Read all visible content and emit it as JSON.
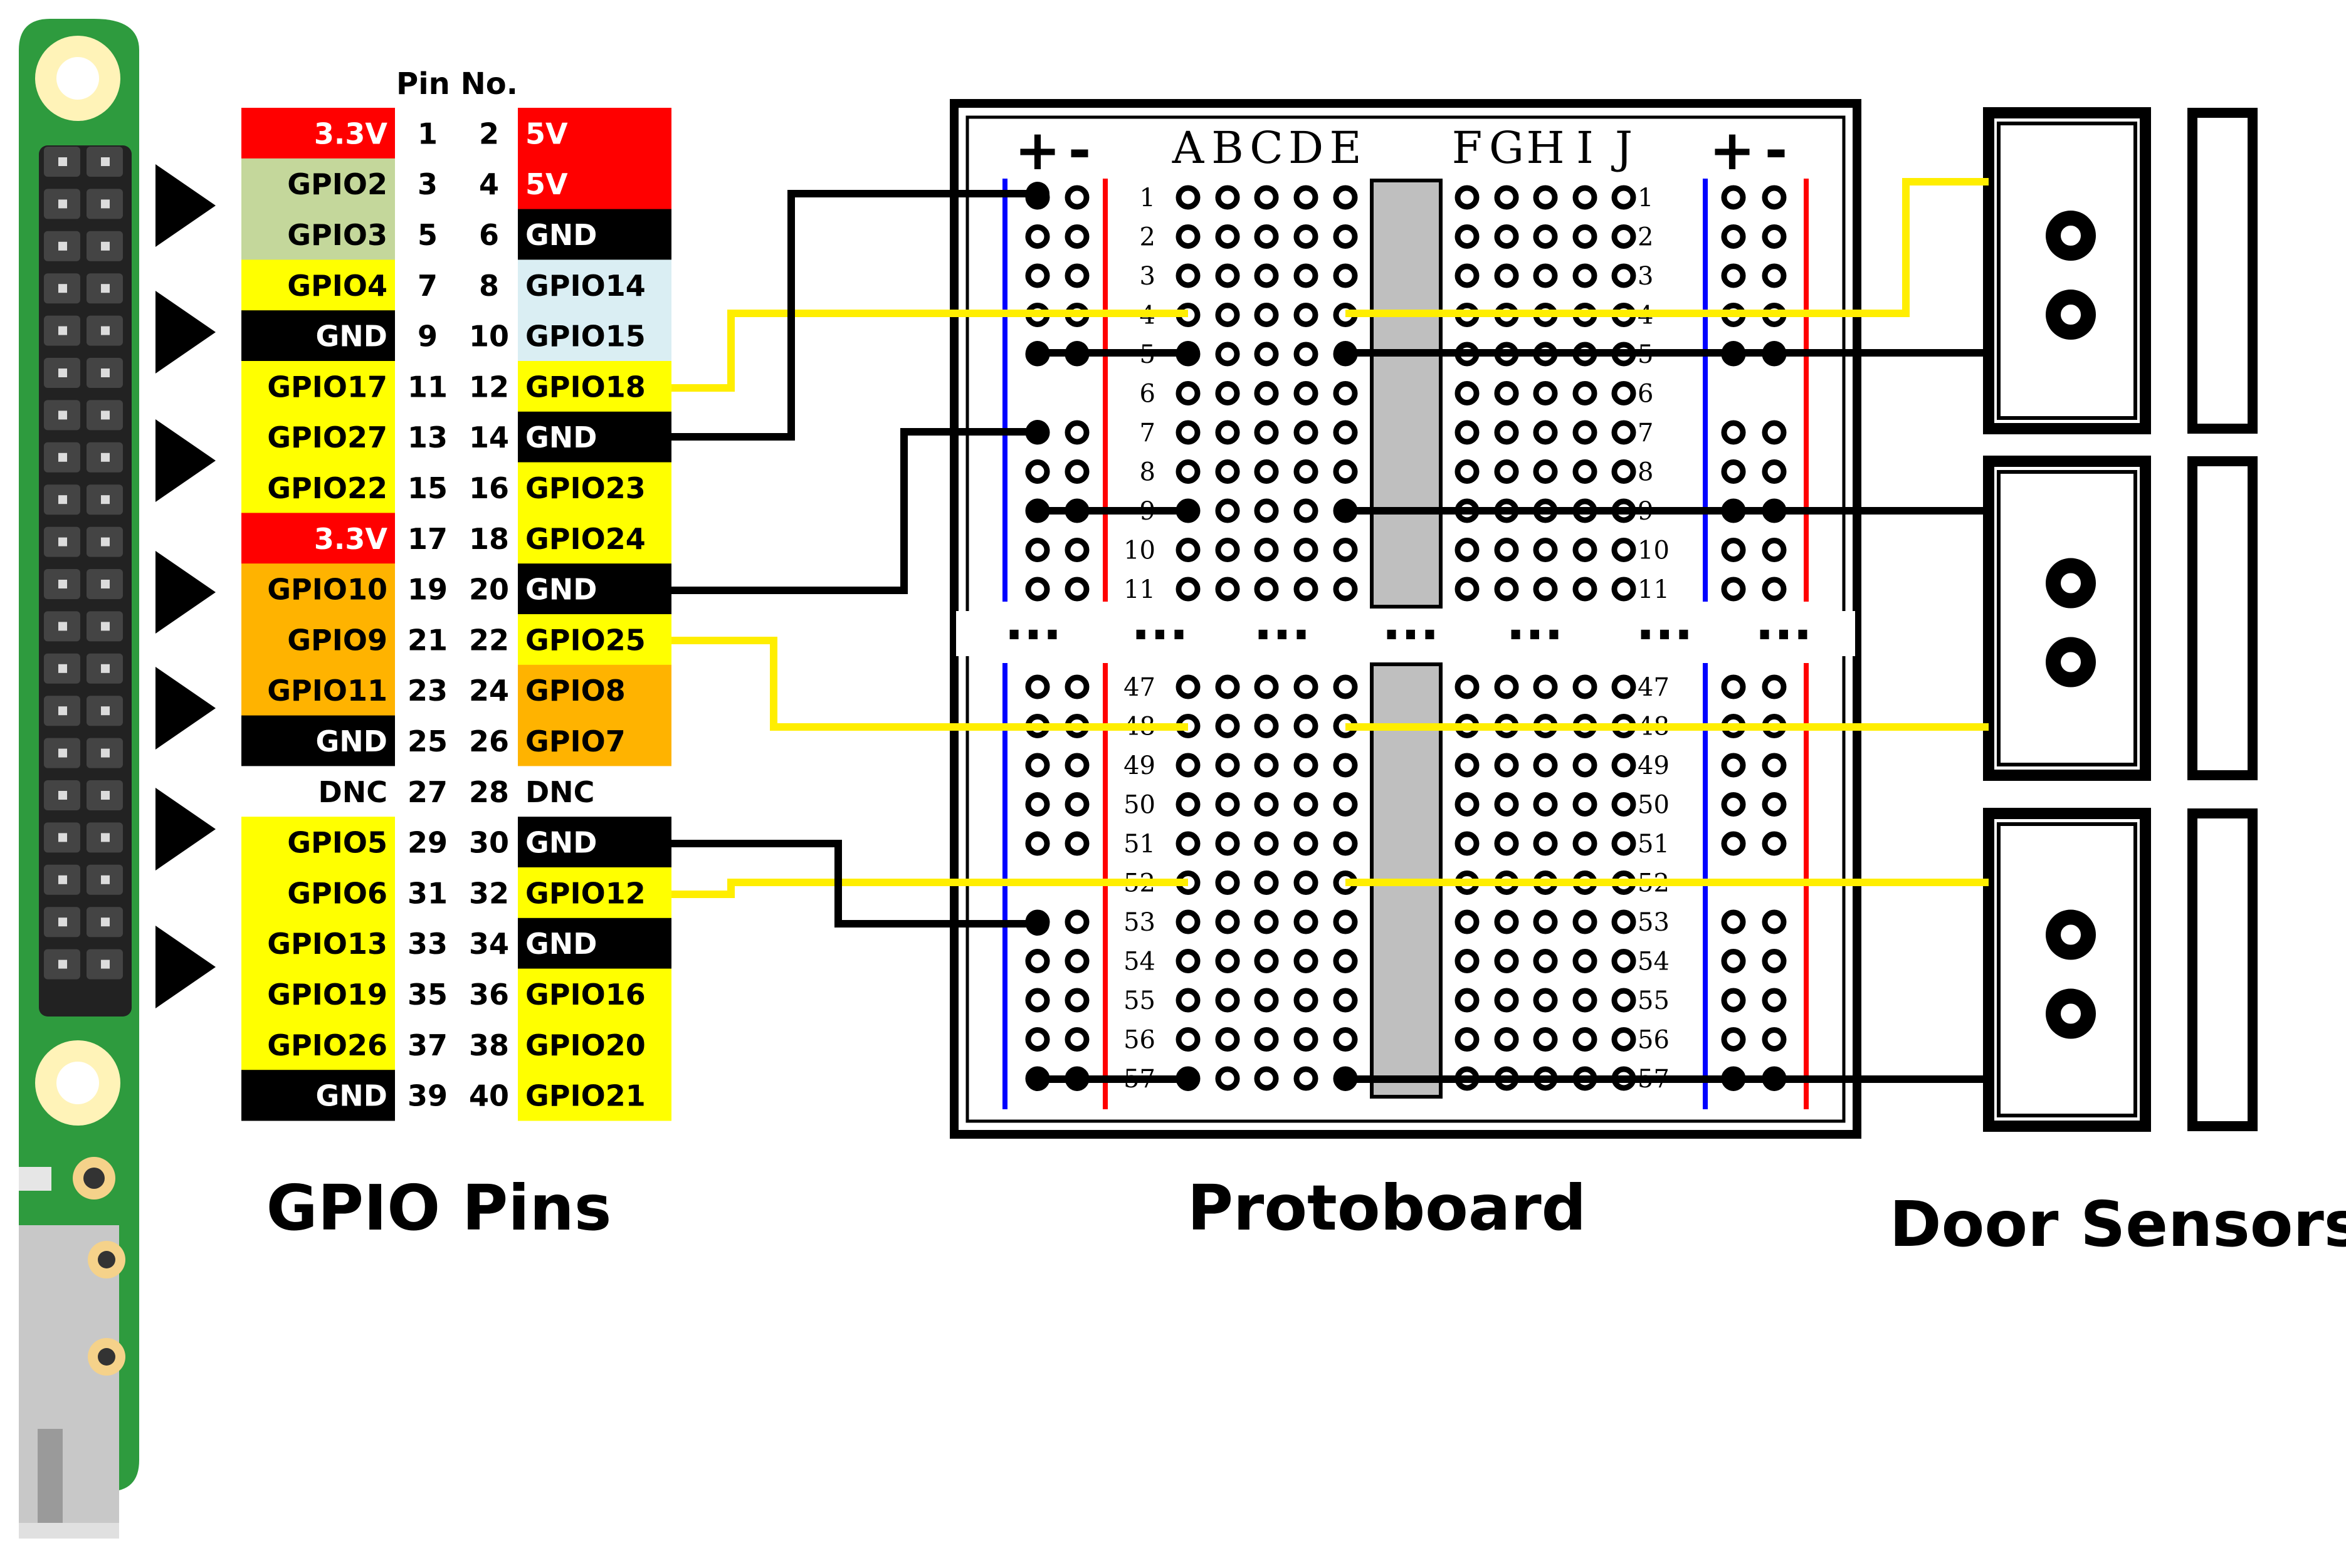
{
  "gpio_header": {
    "title": "Pin No.",
    "caption": "GPIO Pins",
    "rows": [
      {
        "left_label": "3.3V",
        "left_color": "#ff0000",
        "left_num": "1",
        "right_num": "2",
        "right_label": "5V",
        "right_color": "#ff0000"
      },
      {
        "left_label": "GPIO2",
        "left_color": "#c4d79b",
        "left_num": "3",
        "right_num": "4",
        "right_label": "5V",
        "right_color": "#ff0000"
      },
      {
        "left_label": "GPIO3",
        "left_color": "#c4d79b",
        "left_num": "5",
        "right_num": "6",
        "right_label": "GND",
        "right_color": "#000000"
      },
      {
        "left_label": "GPIO4",
        "left_color": "#ffff00",
        "left_num": "7",
        "right_num": "8",
        "right_label": "GPIO14",
        "right_color": "#daeef3"
      },
      {
        "left_label": "GND",
        "left_color": "#000000",
        "left_num": "9",
        "right_num": "10",
        "right_label": "GPIO15",
        "right_color": "#daeef3"
      },
      {
        "left_label": "GPIO17",
        "left_color": "#ffff00",
        "left_num": "11",
        "right_num": "12",
        "right_label": "GPIO18",
        "right_color": "#ffff00"
      },
      {
        "left_label": "GPIO27",
        "left_color": "#ffff00",
        "left_num": "13",
        "right_num": "14",
        "right_label": "GND",
        "right_color": "#000000"
      },
      {
        "left_label": "GPIO22",
        "left_color": "#ffff00",
        "left_num": "15",
        "right_num": "16",
        "right_label": "GPIO23",
        "right_color": "#ffff00"
      },
      {
        "left_label": "3.3V",
        "left_color": "#ff0000",
        "left_num": "17",
        "right_num": "18",
        "right_label": "GPIO24",
        "right_color": "#ffff00"
      },
      {
        "left_label": "GPIO10",
        "left_color": "#ffb300",
        "left_num": "19",
        "right_num": "20",
        "right_label": "GND",
        "right_color": "#000000"
      },
      {
        "left_label": "GPIO9",
        "left_color": "#ffb300",
        "left_num": "21",
        "right_num": "22",
        "right_label": "GPIO25",
        "right_color": "#ffff00"
      },
      {
        "left_label": "GPIO11",
        "left_color": "#ffb300",
        "left_num": "23",
        "right_num": "24",
        "right_label": "GPIO8",
        "right_color": "#ffb300"
      },
      {
        "left_label": "GND",
        "left_color": "#000000",
        "left_num": "25",
        "right_num": "26",
        "right_label": "GPIO7",
        "right_color": "#ffb300"
      },
      {
        "left_label": "DNC",
        "left_color": "#ffffff",
        "left_num": "27",
        "right_num": "28",
        "right_label": "DNC",
        "right_color": "#ffffff"
      },
      {
        "left_label": "GPIO5",
        "left_color": "#ffff00",
        "left_num": "29",
        "right_num": "30",
        "right_label": "GND",
        "right_color": "#000000"
      },
      {
        "left_label": "GPIO6",
        "left_color": "#ffff00",
        "left_num": "31",
        "right_num": "32",
        "right_label": "GPIO12",
        "right_color": "#ffff00"
      },
      {
        "left_label": "GPIO13",
        "left_color": "#ffff00",
        "left_num": "33",
        "right_num": "34",
        "right_label": "GND",
        "right_color": "#000000"
      },
      {
        "left_label": "GPIO19",
        "left_color": "#ffff00",
        "left_num": "35",
        "right_num": "36",
        "right_label": "GPIO16",
        "right_color": "#ffff00"
      },
      {
        "left_label": "GPIO26",
        "left_color": "#ffff00",
        "left_num": "37",
        "right_num": "38",
        "right_label": "GPIO20",
        "right_color": "#ffff00"
      },
      {
        "left_label": "GND",
        "left_color": "#000000",
        "left_num": "39",
        "right_num": "40",
        "right_label": "GPIO21",
        "right_color": "#ffff00"
      }
    ]
  },
  "protoboard": {
    "caption": "Protoboard",
    "left_columns": [
      "A",
      "B",
      "C",
      "D",
      "E"
    ],
    "right_columns": [
      "F",
      "G",
      "H",
      "I",
      "J"
    ],
    "rail_plus": "+",
    "rail_minus": "-",
    "upper_rows": [
      "1",
      "2",
      "3",
      "4",
      "5",
      "6",
      "7",
      "8",
      "9",
      "10",
      "11"
    ],
    "lower_rows": [
      "47",
      "48",
      "49",
      "50",
      "51",
      "52",
      "53",
      "54",
      "55",
      "56",
      "57"
    ],
    "ellipsis": "..."
  },
  "door_sensors": {
    "caption": "Door Sensors",
    "count": 3
  },
  "colors": {
    "board_green": "#2e9b3e",
    "pad_cream": "#fff3b8",
    "signal_wire": "#ffee00",
    "ground_wire": "#000000",
    "rail_plus": "#ff0000",
    "rail_minus": "#0000ff",
    "channel_gray": "#bfbfbf"
  }
}
